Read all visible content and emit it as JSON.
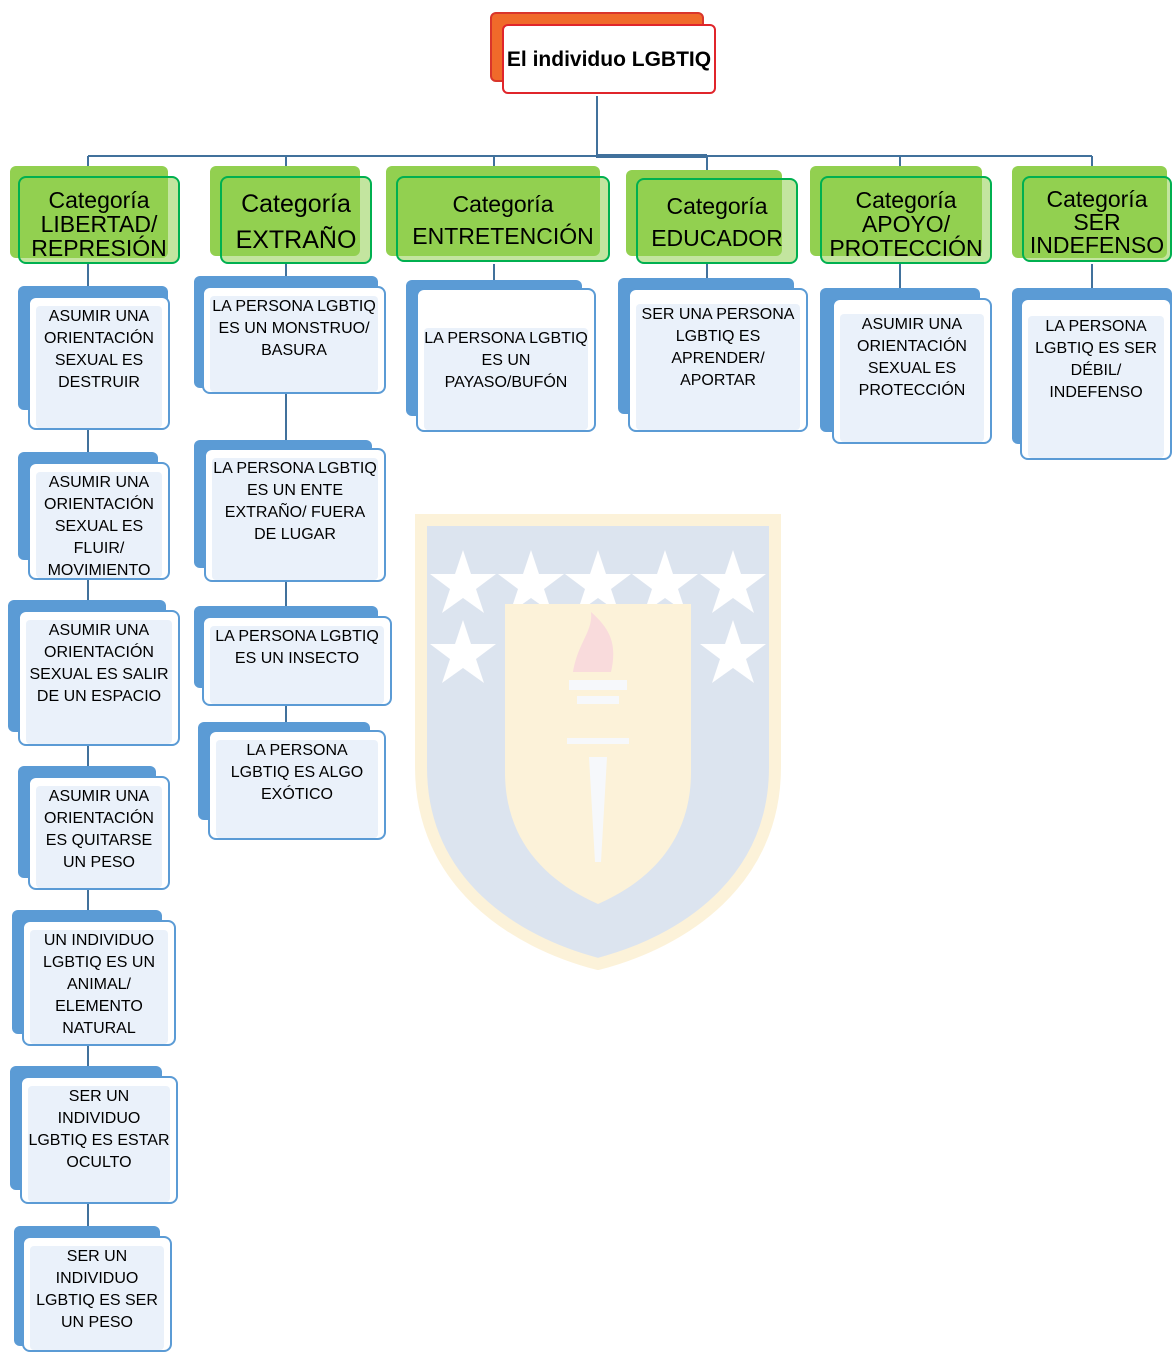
{
  "root": {
    "label": "El individuo LGBTIQ"
  },
  "colors": {
    "root_fill": "#f06a2a",
    "root_border": "#e0252b",
    "category_fill": "#92d050",
    "category_border": "#00b050",
    "item_fill": "#5b9bd5",
    "item_border": "#5b9bd5",
    "connector": "#41719c"
  },
  "watermark": {
    "icon": "university-shield-emblem-icon"
  },
  "categories": [
    {
      "label": "Categoría LIBERTAD/ REPRESIÓN",
      "items": [
        "Asumir una orientación sexual es destruir",
        "Asumir una orientación sexual es fluir/ movimiento",
        "Asumir una orientación sexual es salir de un espacio",
        "Asumir una orientación es quitarse un peso",
        "Un individuo LGBTIQ es un animal/ elemento natural",
        "Ser un individuo LGBTIQ es estar oculto",
        "Ser un individuo LGBTIQ es ser un peso"
      ]
    },
    {
      "label": "Categoría EXTRAÑO",
      "items": [
        "La persona LGBTIQ es un monstruo/ basura",
        "La persona LGBTIQ es un ente extraño/ fuera de lugar",
        "La persona LGBTIQ es un insecto",
        "La persona LGBTIQ es algo exótico"
      ]
    },
    {
      "label": "Categoría ENTRETENCIÓN",
      "items": [
        "La persona LGBTIQ es un payaso/bufón"
      ]
    },
    {
      "label": "Categoría EDUCADOR",
      "items": [
        "Ser una persona LGBTIQ es aprender/ aportar"
      ]
    },
    {
      "label": "Categoría APOYO/ PROTECCIÓN",
      "items": [
        "Asumir una orientación sexual es protección"
      ]
    },
    {
      "label": "Categoría SER INDEFENSO",
      "items": [
        "La persona LGBTIQ es ser débil/ indefenso"
      ]
    }
  ]
}
